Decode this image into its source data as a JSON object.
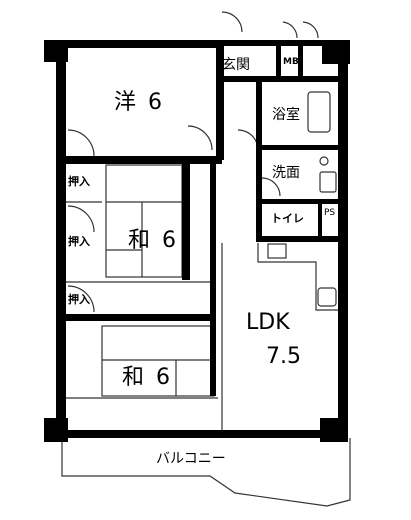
{
  "rooms": {
    "western": {
      "name": "洋",
      "size": "6"
    },
    "japanese_upper": {
      "name": "和",
      "size": "6"
    },
    "japanese_lower": {
      "name": "和",
      "size": "6"
    },
    "ldk": {
      "name": "LDK",
      "size": "7.5"
    },
    "entrance": "玄関",
    "bath": "浴室",
    "washroom": "洗面",
    "toilet": "トイレ",
    "closet_1": "押入",
    "closet_2": "押入",
    "closet_3": "押入",
    "mb": "MB",
    "ps": "PS",
    "balcony": "バルコニー"
  },
  "colors": {
    "wall": "#000000",
    "line": "#333333",
    "fixture": "#666666",
    "background": "#ffffff"
  }
}
